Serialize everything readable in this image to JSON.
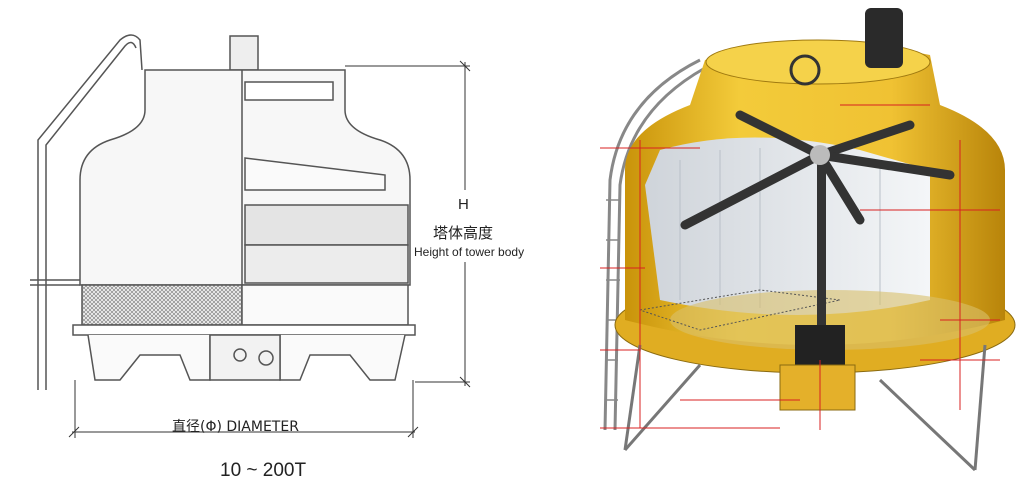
{
  "left_drawing": {
    "height_symbol": "H",
    "height_label_cn": "塔体高度",
    "height_label_en": "Height of tower body",
    "diameter_label": "直径(Φ) DIAMETER",
    "capacity_range": "10 ~ 200T"
  },
  "colors": {
    "tower_shell": "#e8b820",
    "outline": "#555555",
    "dimension_lines": "#d82020",
    "fill_media": "#dcdcdc"
  }
}
